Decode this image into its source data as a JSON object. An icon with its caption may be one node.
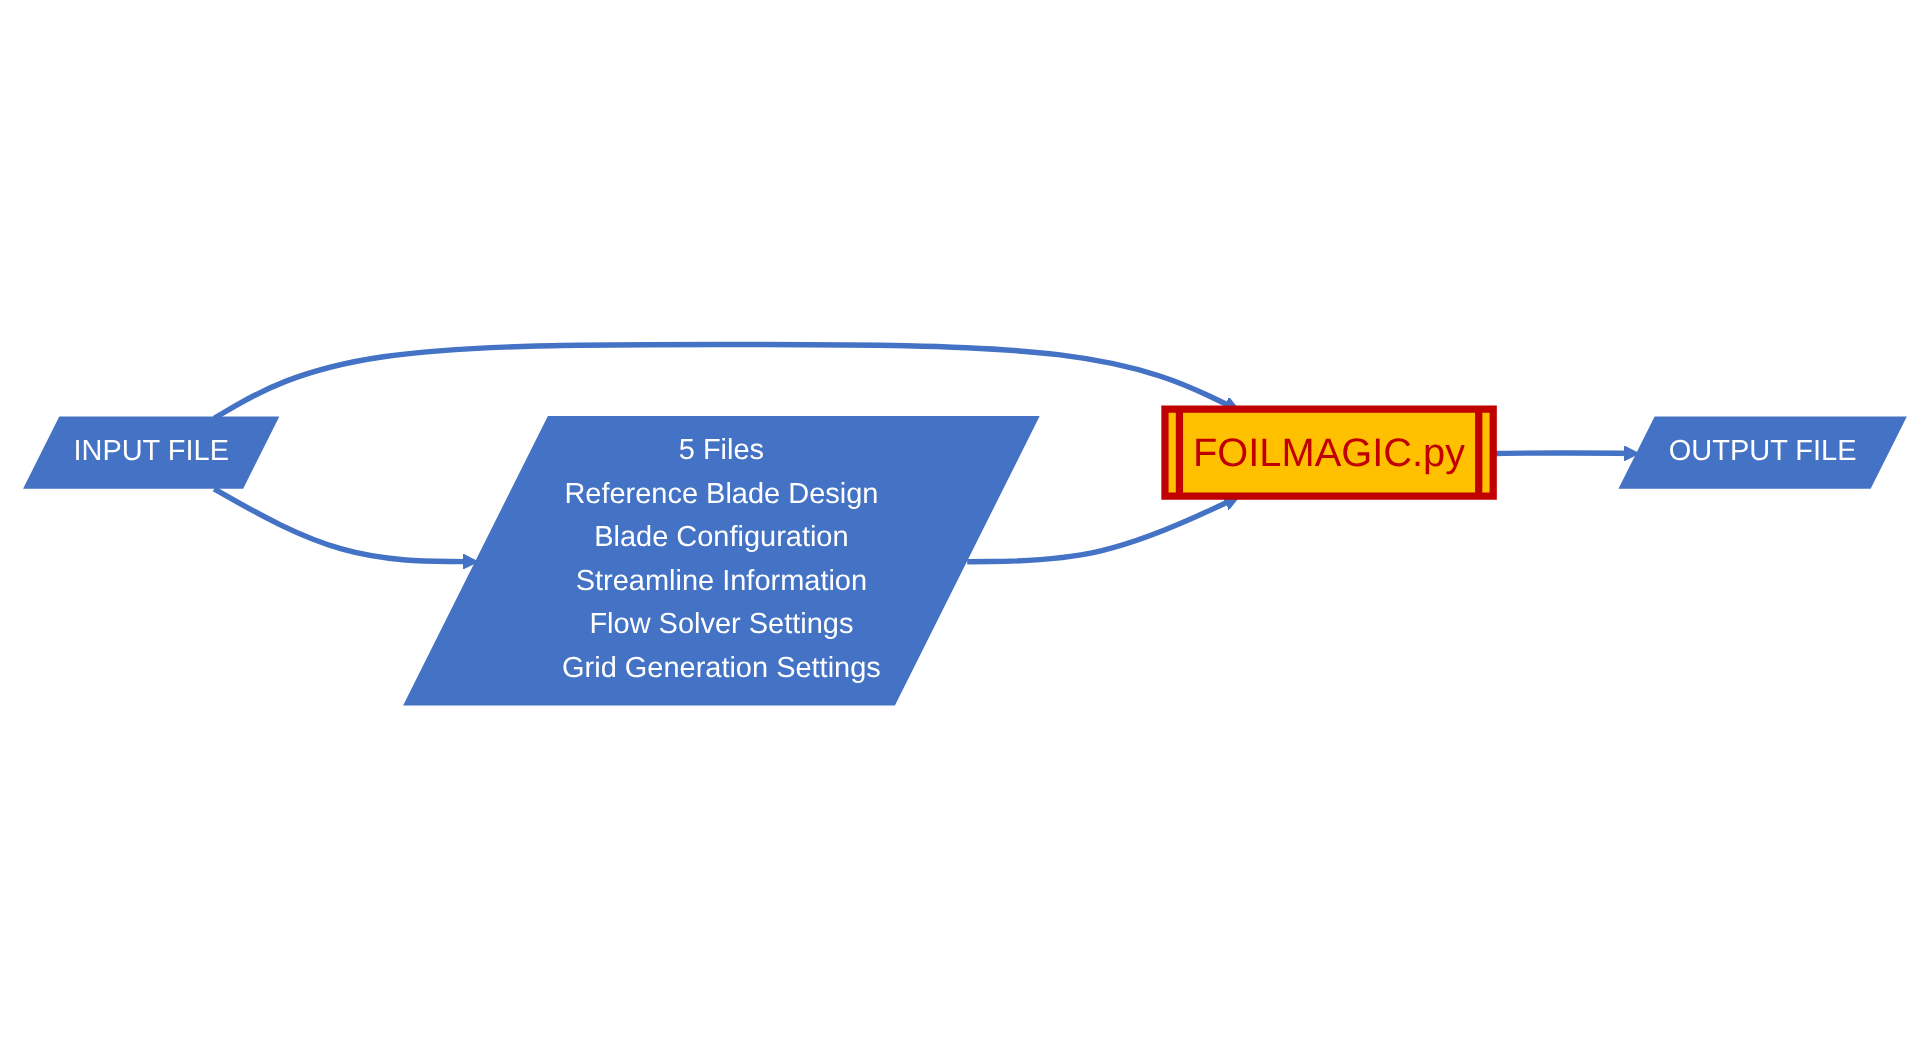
{
  "diagram": {
    "nodes": [
      {
        "text": [
          "INPUT FILE"
        ]
      },
      {
        "text": [
          "5 Files",
          "Reference Blade Design",
          "Blade Configuration",
          "Streamline Information",
          "Flow Solver Settings",
          "Grid Generation Settings"
        ]
      },
      {
        "text": [
          "OUTPUT FILE"
        ]
      },
      {
        "text": [
          "FOILMAGIC.py"
        ]
      }
    ],
    "edges": [
      {
        "from": 0,
        "to": 1,
        "arrow": "to"
      },
      {
        "from": 0,
        "to": 3,
        "arrow": "to"
      },
      {
        "from": 1,
        "to": 3,
        "arrow": "to"
      },
      {
        "from": 3,
        "to": 2,
        "arrow": "to"
      }
    ]
  }
}
